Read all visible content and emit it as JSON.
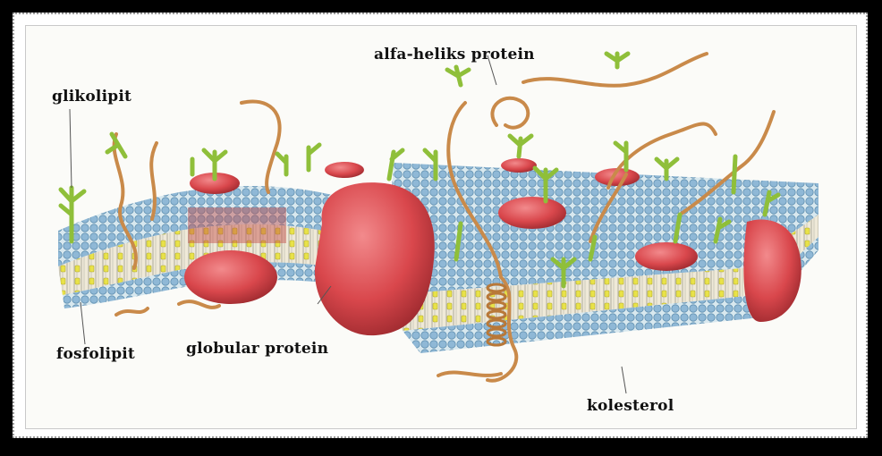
{
  "labels": {
    "glycolipid": "glikolipit",
    "alpha_helix": "alfa-heliks protein",
    "phospholipid": "fosfolipit",
    "globular": "globular protein",
    "cholesterol": "kolesterol"
  },
  "colors": {
    "head_blue": "#8fb8d6",
    "tail_yellow": "#e9e23a",
    "protein_red": "#d9474c",
    "fiber_tan": "#c98a4a",
    "sugar_green": "#8fbf3a"
  }
}
